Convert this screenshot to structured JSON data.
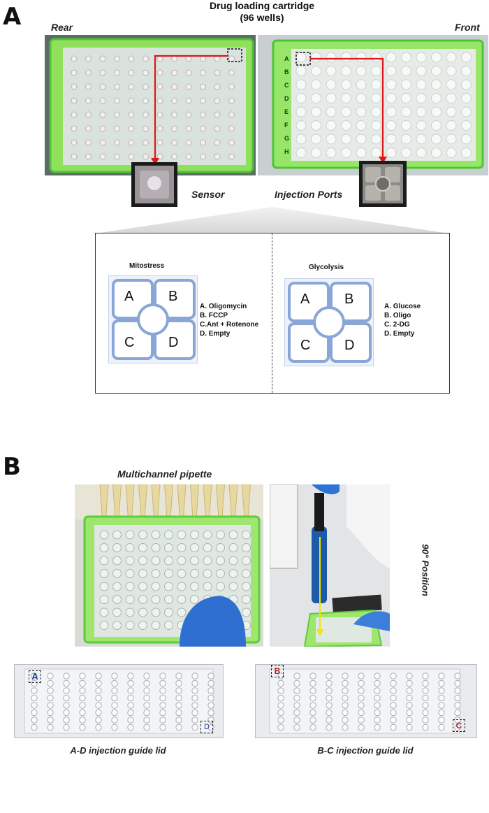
{
  "panelA": {
    "letter": "A",
    "title_line1": "Drug loading cartridge",
    "title_line2": "(96 wells)",
    "rear_label": "Rear",
    "front_label": "Front",
    "sensor_label": "Sensor",
    "injection_label": "Injection Ports",
    "row_letters": [
      "A",
      "B",
      "C",
      "D",
      "E",
      "F",
      "G",
      "H"
    ],
    "mitostress": {
      "title": "Mitostress",
      "ports": [
        "A",
        "B",
        "C",
        "D"
      ],
      "items": [
        "A. Oligomycin",
        "B. FCCP",
        "C.Ant + Rotenone",
        "D. Empty"
      ]
    },
    "glycolysis": {
      "title": "Glycolysis",
      "ports": [
        "A",
        "B",
        "C",
        "D"
      ],
      "items": [
        "A. Glucose",
        "B. Oligo",
        "C. 2-DG",
        "D. Empty"
      ]
    }
  },
  "panelB": {
    "letter": "B",
    "pipette_label": "Multichannel pipette",
    "position_label": "90° Position",
    "ad_lid_label": "A-D injection guide lid",
    "bc_lid_label": "B-C injection guide lid",
    "ad_corner_a": "A",
    "ad_corner_d": "D",
    "bc_corner_b": "B",
    "bc_corner_c": "C"
  },
  "colors": {
    "arrow_red": "#e0161b",
    "cartridge_green": "#7be04a",
    "port_blue": "#8aa6d6",
    "pointer_yellow": "#f2e600"
  }
}
